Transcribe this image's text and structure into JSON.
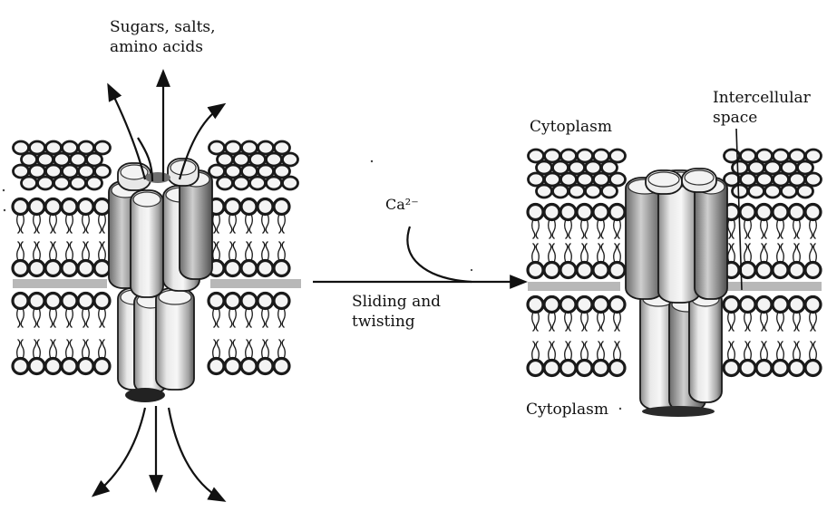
{
  "labels": {
    "out_top_line1": "Sugars, salts,",
    "out_top_line2": "amino acids",
    "cytoplasm_top": "Cytoplasm",
    "intercellular_line1": "Intercellular",
    "intercellular_line2": "space",
    "calcium": "Ca²⁻",
    "process_line1": "Sliding and",
    "process_line2": "twisting",
    "cytoplasm_bottom": "Cytoplasm"
  },
  "colors": {
    "ink": "#111111",
    "head": "#f4f4f4",
    "tail": "#1a1a1a",
    "core": "#6e6e6e",
    "subunit_light": "#e6e6e6",
    "subunit_mid": "#cfcfcf",
    "subunit_dark": "#9c9c9c"
  },
  "diagram": {
    "left_state": "open channel",
    "right_state": "closed channel"
  }
}
